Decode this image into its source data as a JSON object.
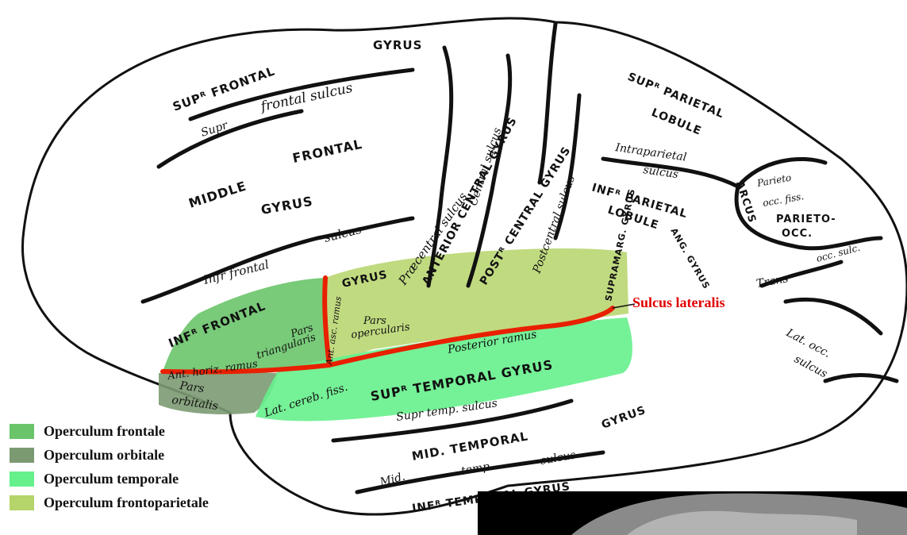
{
  "colors": {
    "operculum_frontale": "#6ac46a",
    "operculum_orbitale": "#7c9a72",
    "operculum_temporale": "#66f08c",
    "operculum_frontoparietale": "#b5d46a",
    "sulcus_lateralis": "#e82000",
    "outline": "#111111"
  },
  "legend": [
    {
      "label": "Operculum frontale",
      "color": "#6ac46a"
    },
    {
      "label": "Operculum orbitale",
      "color": "#7c9a72"
    },
    {
      "label": "Operculum temporale",
      "color": "#66f08c"
    },
    {
      "label": "Operculum frontoparietale",
      "color": "#b5d46a"
    }
  ],
  "callout": "Sulcus lateralis",
  "labels": {
    "sup_frontal": "SUPᴿ FRONTAL",
    "gyrus_top": "GYRUS",
    "supr": "Supr",
    "frontal_sulcus": "frontal sulcus",
    "middle": "MIDDLE",
    "frontal": "FRONTAL",
    "gyrus_mid": "GYRUS",
    "inf_frontal_sulcus_a": "Infr frontal",
    "inf_frontal_sulcus_b": "sulcus",
    "inf_frontal": "INFᴿ FRONTAL",
    "gyrus_inf": "GYRUS",
    "pars_tri_a": "Pars",
    "pars_tri_b": "triangularis",
    "pars_orb_a": "Pars",
    "pars_orb_b": "orbitalis",
    "ant_horiz": "Ant. horiz. ramus",
    "ant_asc": "Ant. asc. ramus",
    "pars_operc_a": "Pars",
    "pars_operc_b": "opercularis",
    "precentral_sulcus": "Præcentral sulcus",
    "anterior_central": "ANTERIOR CENTRAL GYRUS",
    "central_sulcus": "Central sulcus",
    "post_central": "POSTᴿ CENTRAL GYRUS",
    "postcentral_sulcus": "Postcentral sulcus",
    "sup_parietal": "SUPᴿ PARIETAL",
    "lobule_sup": "LOBULE",
    "intraparietal": "Intraparietal",
    "sulcus_ip": "sulcus",
    "inf_parietal": "INFᴿ PARIETAL",
    "lobule_inf": "LOBULE",
    "supramarg": "SUPRAMARG. GYRUS",
    "ang_gyrus": "ANG. GYRUS",
    "arcus": "ARCUS",
    "parieto_occ_fiss_a": "Parieto",
    "parieto_occ_fiss_b": "occ. fiss.",
    "parieto_occ_a": "PARIETO-",
    "parieto_occ_b": "OCC.",
    "trans": "Trans",
    "occ_sulc": "occ. sulc.",
    "lat_occ_sulcus_a": "Lat. occ.",
    "lat_occ_sulcus_b": "sulcus",
    "posterior_ramus": "Posterior   ramus",
    "lat_cereb_fiss": "Lat. cereb. fiss.",
    "sup_temporal": "SUPᴿ TEMPORAL GYRUS",
    "supr_temp_sulcus": "Supr temp. sulcus",
    "mid_temporal": "MID. TEMPORAL",
    "gyrus_midtemp": "GYRUS",
    "mid_temp_sulcus_a": "Mid.",
    "mid_temp_sulcus_b": "temp.",
    "mid_temp_sulcus_c": "sulcus",
    "inf_temporal": "INFᴿ TEMPORAL GYRUS"
  }
}
